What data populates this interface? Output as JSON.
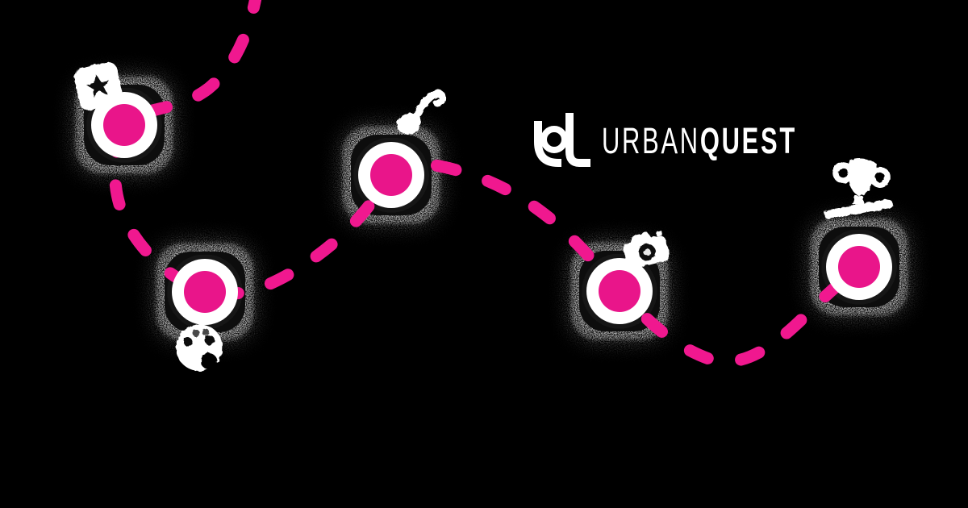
{
  "brand": {
    "monogram_icon": "urbanquest-monogram",
    "wordmark_light": "URBAN",
    "wordmark_bold": "QUEST"
  },
  "palette": {
    "background": "#000000",
    "route_pink": "#F0188F",
    "marker_pink": "#E9158A",
    "marker_ring_white": "#FFFFFF",
    "node_splat_dark": "#1C1C1C",
    "icon_white": "#FFFFFF"
  },
  "route": {
    "style": "dashed",
    "color": "#F0188F"
  },
  "checkpoints": [
    {
      "id": "checkpoint-1",
      "icon": "star-badge-icon"
    },
    {
      "id": "checkpoint-2",
      "icon": "music-note-icon"
    },
    {
      "id": "checkpoint-3",
      "icon": "paint-palette-icon"
    },
    {
      "id": "checkpoint-4",
      "icon": "camera-icon"
    },
    {
      "id": "checkpoint-5",
      "icon": "trophy-icon"
    }
  ]
}
